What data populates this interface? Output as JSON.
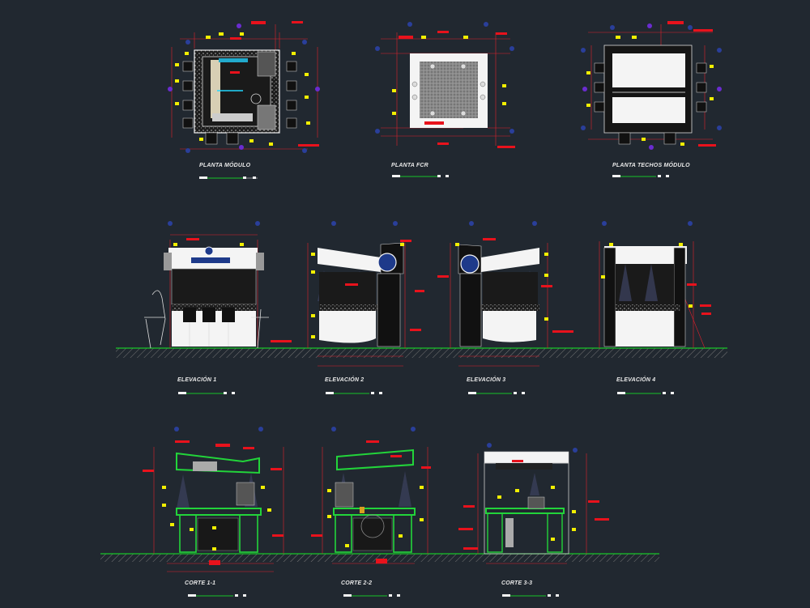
{
  "titles": {
    "planta_modulo": "PLANTA MÓDULO",
    "planta_fcr": "PLANTA FCR",
    "planta_techos": "PLANTA TECHOS MÓDULO",
    "elevacion_1": "ELEVACIÓN 1",
    "elevacion_2": "ELEVACIÓN 2",
    "elevacion_3": "ELEVACIÓN 3",
    "elevacion_4": "ELEVACIÓN 4",
    "corte_1": "CORTE 1-1",
    "corte_2": "CORTE 2-2",
    "corte_3": "CORTE 3-3"
  },
  "colors": {
    "background": "#212830",
    "dimension": "#e0202c",
    "tag": "#f2ef00",
    "outline": "#f4f4f4",
    "ground": "#18c428",
    "section_cut": "#22d43a",
    "fixture": "#6a2cd0",
    "label_fill": "#e8121c"
  }
}
